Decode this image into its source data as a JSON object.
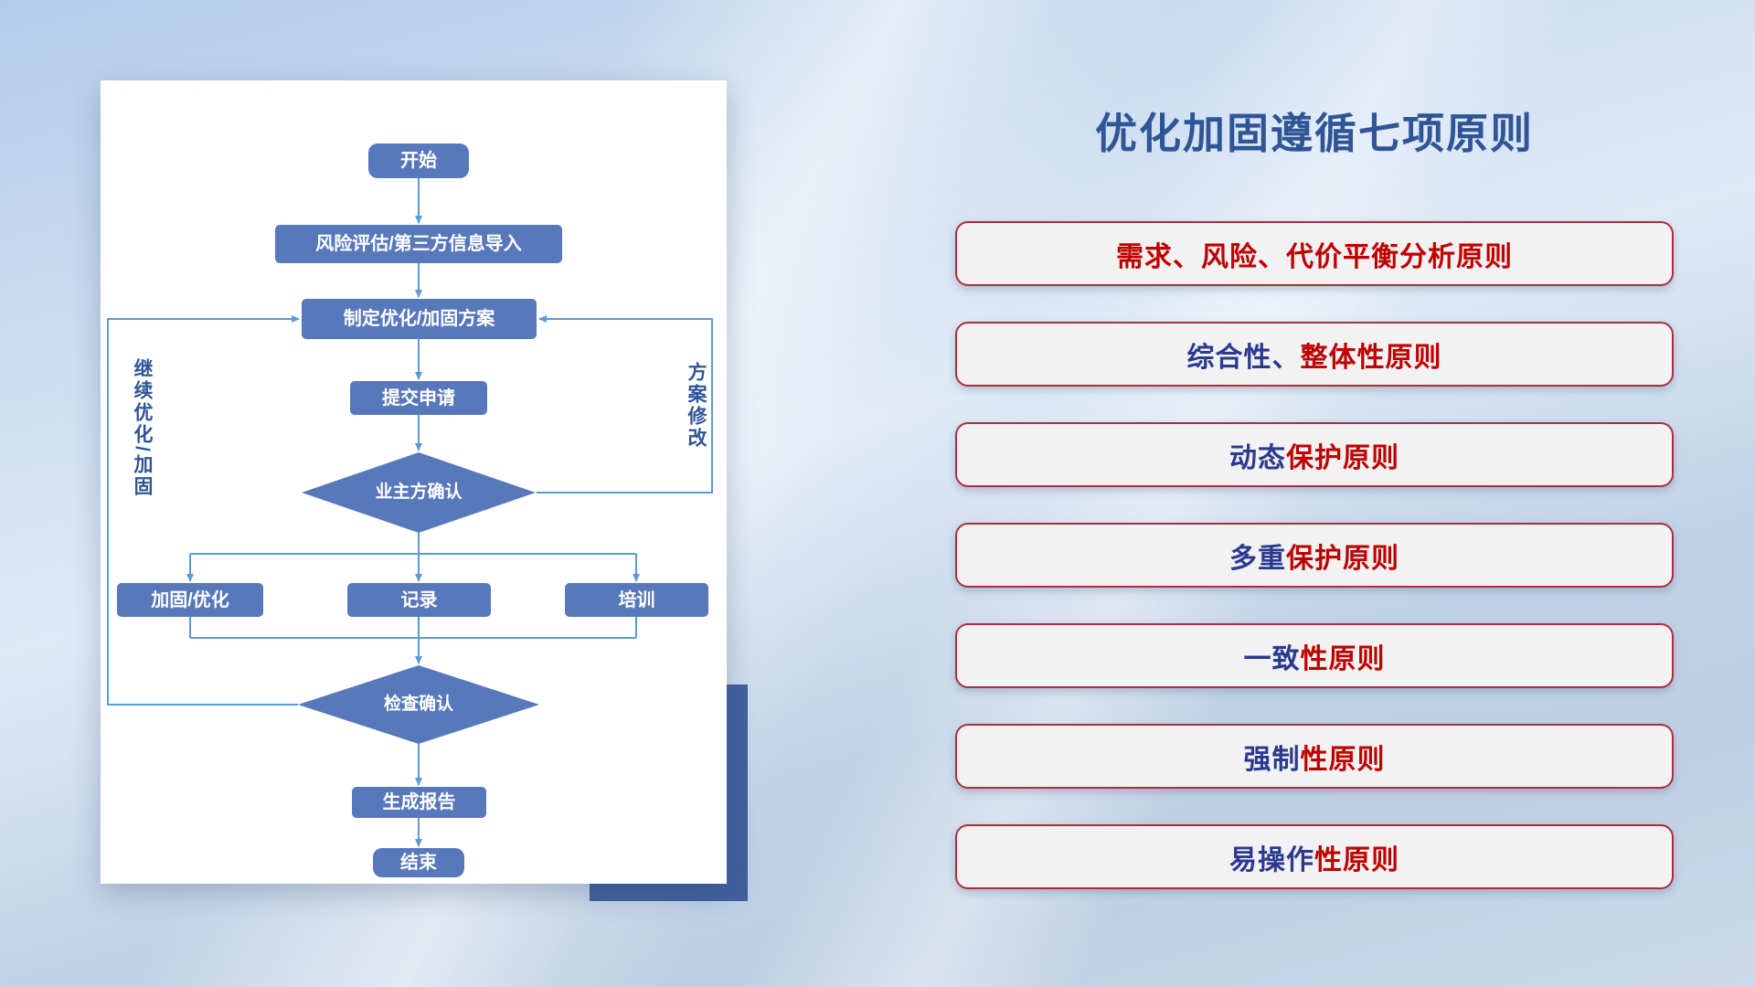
{
  "slide": {
    "title": "优化加固遵循七项原则"
  },
  "colors": {
    "title_blue": "#2F5597",
    "node_fill": "#5878BC",
    "node_text": "#FFFFFF",
    "connector_blue": "#5B9BD5",
    "accent_rect_blue": "#42619E",
    "principle_fill": "#F2F2F2",
    "principle_border_red": "#B02C3C",
    "principle_text_red": "#C00000",
    "principle_text_blue": "#2B3990"
  },
  "flowchart": {
    "nodes": {
      "start": "开始",
      "risk_import": "风险评估/第三方信息导入",
      "make_plan": "制定优化/加固方案",
      "submit": "提交申请",
      "owner_confirm": "业主方确认",
      "harden_optimize": "加固/优化",
      "record": "记录",
      "training": "培训",
      "check_confirm": "检查确认",
      "report": "生成报告",
      "end": "结束"
    },
    "edge_labels": {
      "continue_loop": "继续优化/加固",
      "plan_revise": "方案修改"
    },
    "edges": [
      {
        "from": "start",
        "to": "risk_import"
      },
      {
        "from": "risk_import",
        "to": "make_plan"
      },
      {
        "from": "make_plan",
        "to": "submit"
      },
      {
        "from": "submit",
        "to": "owner_confirm"
      },
      {
        "from": "owner_confirm",
        "to": "harden_optimize"
      },
      {
        "from": "owner_confirm",
        "to": "record"
      },
      {
        "from": "owner_confirm",
        "to": "training"
      },
      {
        "from": "harden_optimize",
        "to": "check_confirm"
      },
      {
        "from": "record",
        "to": "check_confirm"
      },
      {
        "from": "training",
        "to": "check_confirm"
      },
      {
        "from": "check_confirm",
        "to": "report"
      },
      {
        "from": "report",
        "to": "end"
      },
      {
        "from": "owner_confirm",
        "to": "make_plan",
        "label": "方案修改"
      },
      {
        "from": "check_confirm",
        "to": "make_plan",
        "label": "继续优化/加固"
      }
    ]
  },
  "principles": [
    {
      "segments": [
        {
          "text": "需求、风险、代价平衡分析原则",
          "color": "#C00000"
        }
      ]
    },
    {
      "segments": [
        {
          "text": "综合性、",
          "color": "#2B3990"
        },
        {
          "text": "整体性原则",
          "color": "#C00000"
        }
      ]
    },
    {
      "segments": [
        {
          "text": "动态",
          "color": "#2B3990"
        },
        {
          "text": "保护原则",
          "color": "#C00000"
        }
      ]
    },
    {
      "segments": [
        {
          "text": "多重",
          "color": "#2B3990"
        },
        {
          "text": "保护原则",
          "color": "#C00000"
        }
      ]
    },
    {
      "segments": [
        {
          "text": "一致",
          "color": "#2B3990"
        },
        {
          "text": "性原则",
          "color": "#C00000"
        }
      ]
    },
    {
      "segments": [
        {
          "text": "强制",
          "color": "#2B3990"
        },
        {
          "text": "性原则",
          "color": "#C00000"
        }
      ]
    },
    {
      "segments": [
        {
          "text": "易操作",
          "color": "#2B3990"
        },
        {
          "text": "性原则",
          "color": "#C00000"
        }
      ]
    }
  ]
}
